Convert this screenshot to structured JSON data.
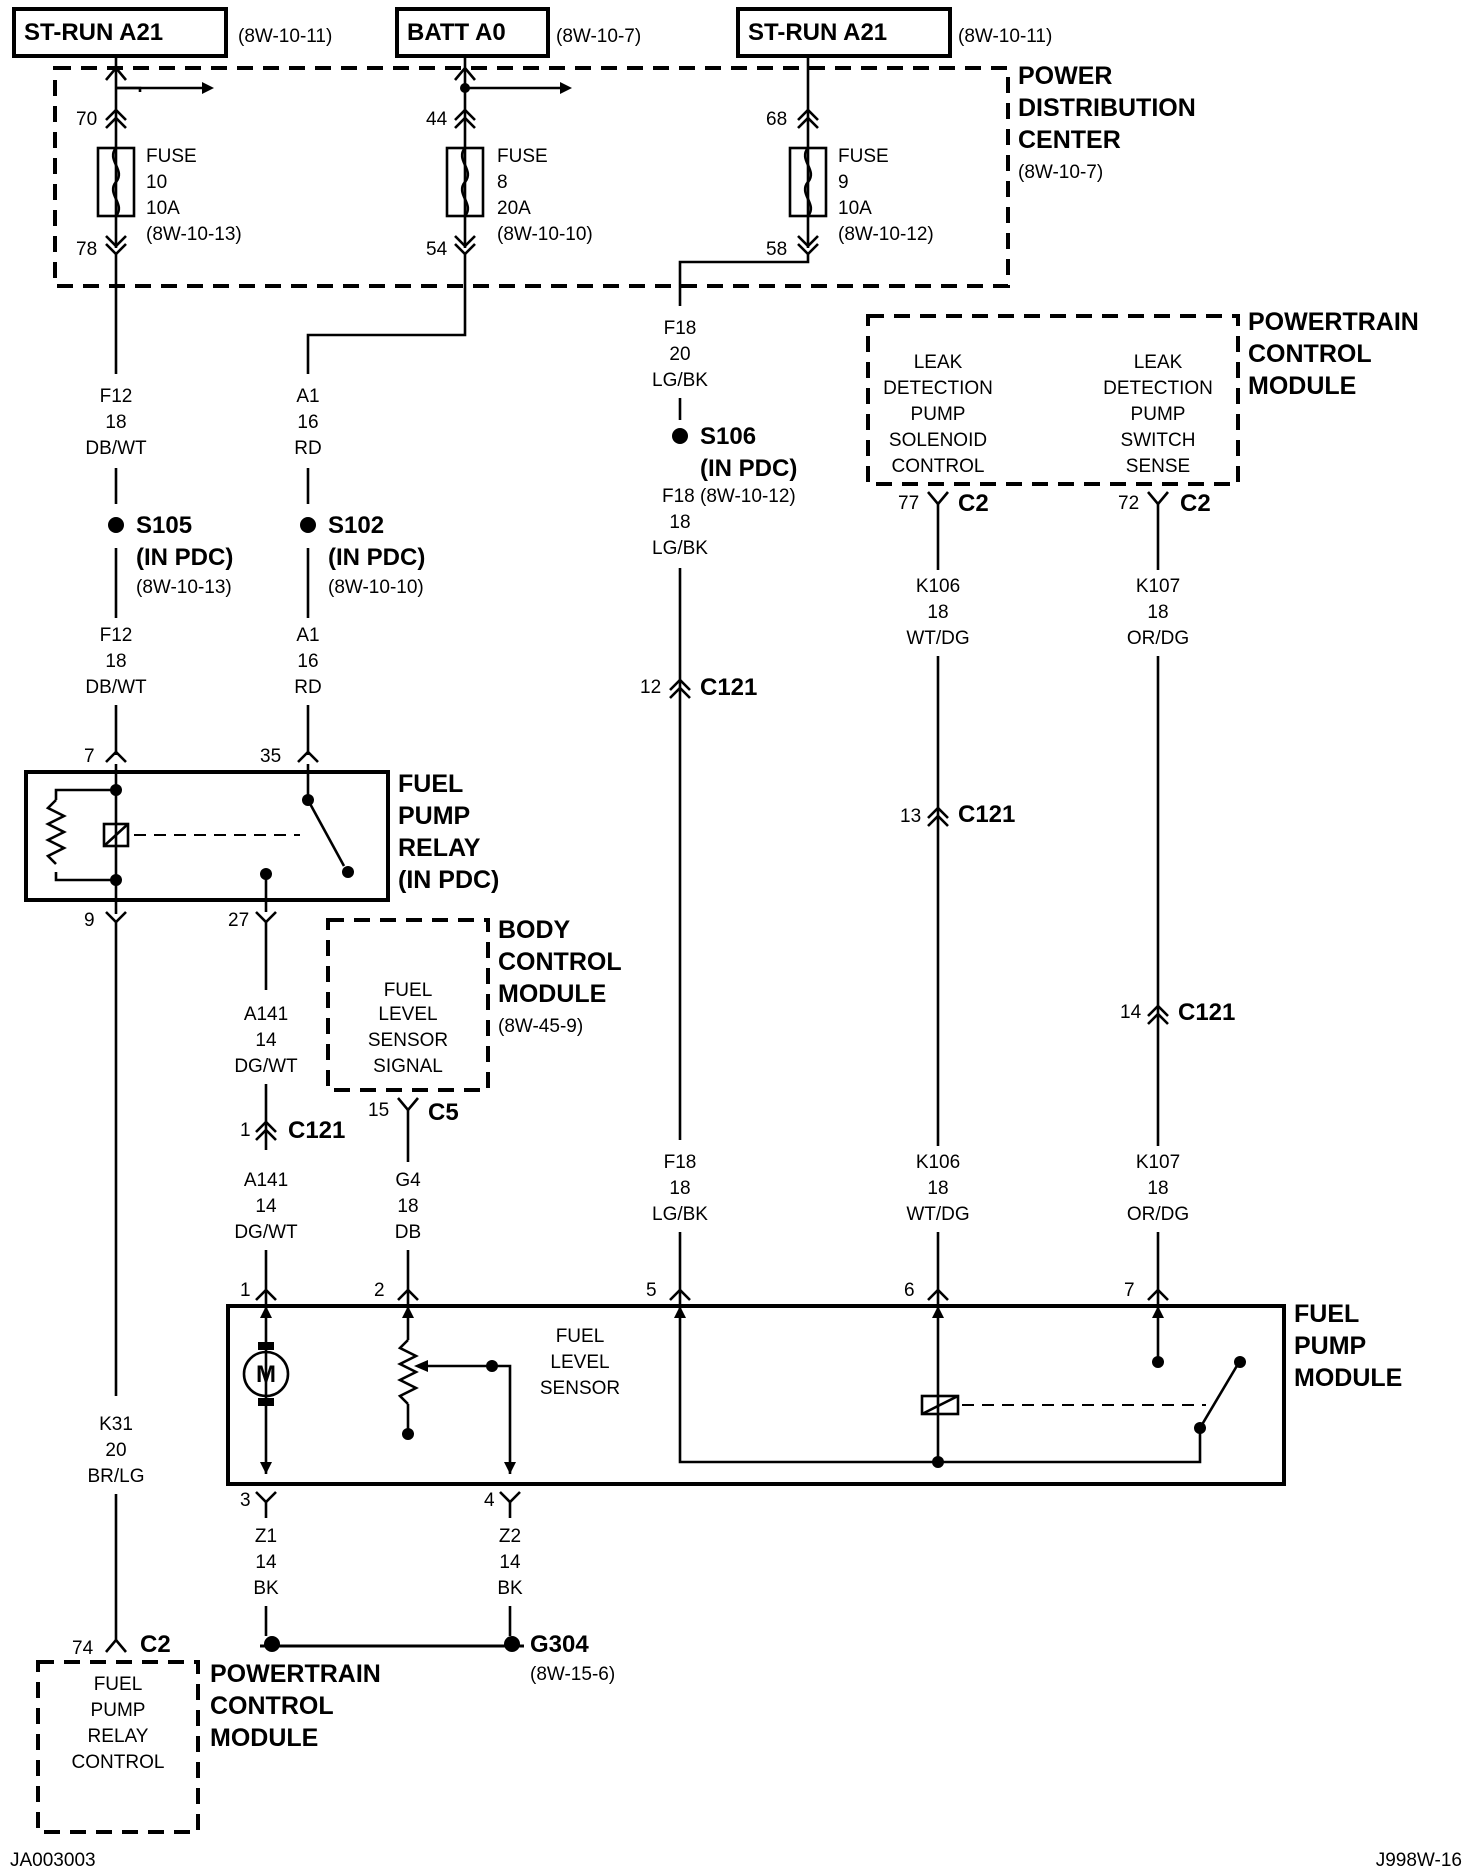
{
  "sources": [
    {
      "name": "ST-RUN A21",
      "ref": "(8W-10-11)"
    },
    {
      "name": "BATT A0",
      "ref": "(8W-10-7)"
    },
    {
      "name": "ST-RUN A21",
      "ref": "(8W-10-11)"
    }
  ],
  "pdc": {
    "lines": [
      "POWER",
      "DISTRIBUTION",
      "CENTER"
    ],
    "ref": "(8W-10-7)"
  },
  "fuses": [
    {
      "in_pin": "70",
      "out_pin": "78",
      "lines": [
        "FUSE",
        "10",
        "10A",
        "(8W-10-13)"
      ]
    },
    {
      "in_pin": "44",
      "out_pin": "54",
      "lines": [
        "FUSE",
        "8",
        "20A",
        "(8W-10-10)"
      ]
    },
    {
      "in_pin": "68",
      "out_pin": "58",
      "lines": [
        "FUSE",
        "9",
        "10A",
        "(8W-10-12)"
      ]
    }
  ],
  "wires": {
    "f12_top": [
      "F12",
      "18",
      "DB/WT"
    ],
    "f12_bot": [
      "F12",
      "18",
      "DB/WT"
    ],
    "a1_top": [
      "A1",
      "16",
      "RD"
    ],
    "a1_bot": [
      "A1",
      "16",
      "RD"
    ],
    "f18_top": [
      "F18",
      "20",
      "LG/BK"
    ],
    "f18_mid": [
      "F18",
      "18",
      "LG/BK"
    ],
    "f18_mid_ref": "(8W-10-12)",
    "f18_bot": [
      "F18",
      "18",
      "LG/BK"
    ],
    "k106_top": [
      "K106",
      "18",
      "WT/DG"
    ],
    "k106_bot": [
      "K106",
      "18",
      "WT/DG"
    ],
    "k107_top": [
      "K107",
      "18",
      "OR/DG"
    ],
    "k107_bot": [
      "K107",
      "18",
      "OR/DG"
    ],
    "a141_top": [
      "A141",
      "14",
      "DG/WT"
    ],
    "a141_bot": [
      "A141",
      "14",
      "DG/WT"
    ],
    "g4": [
      "G4",
      "18",
      "DB"
    ],
    "k31": [
      "K31",
      "20",
      "BR/LG"
    ],
    "z1": [
      "Z1",
      "14",
      "BK"
    ],
    "z2": [
      "Z2",
      "14",
      "BK"
    ]
  },
  "splices": [
    {
      "name": "S105",
      "loc": "(IN PDC)",
      "ref": "(8W-10-13)"
    },
    {
      "name": "S102",
      "loc": "(IN PDC)",
      "ref": "(8W-10-10)"
    },
    {
      "name": "S106",
      "loc": "(IN PDC)"
    }
  ],
  "pcm_top": {
    "lines": [
      "POWERTRAIN",
      "CONTROL",
      "MODULE"
    ],
    "left_fn": [
      "LEAK",
      "DETECTION",
      "PUMP",
      "SOLENOID",
      "CONTROL"
    ],
    "right_fn": [
      "LEAK",
      "DETECTION",
      "PUMP",
      "SWITCH",
      "SENSE"
    ],
    "left_pin": "77",
    "right_pin": "72",
    "conn": "C2"
  },
  "c121": {
    "name": "C121",
    "pins": [
      "12",
      "13",
      "14",
      "1"
    ]
  },
  "relay": {
    "lines": [
      "FUEL",
      "PUMP",
      "RELAY",
      "(IN PDC)"
    ],
    "pins": [
      "7",
      "35",
      "9",
      "27"
    ]
  },
  "bcm": {
    "lines": [
      "BODY",
      "CONTROL",
      "MODULE"
    ],
    "ref": "(8W-45-9)",
    "fn": [
      "FUEL",
      "LEVEL",
      "SENSOR",
      "SIGNAL"
    ],
    "pin": "15",
    "conn": "C5"
  },
  "fpm": {
    "lines": [
      "FUEL",
      "PUMP",
      "MODULE"
    ],
    "pins": [
      "1",
      "2",
      "5",
      "6",
      "7",
      "3",
      "4"
    ],
    "motor": "M",
    "sensor": [
      "FUEL",
      "LEVEL",
      "SENSOR"
    ]
  },
  "ground": {
    "name": "G304",
    "ref": "(8W-15-6)"
  },
  "pcm_bot": {
    "lines": [
      "POWERTRAIN",
      "CONTROL",
      "MODULE"
    ],
    "fn": [
      "FUEL",
      "PUMP",
      "RELAY",
      "CONTROL"
    ],
    "pin": "74",
    "conn": "C2"
  },
  "footer": {
    "left": "JA003003",
    "right": "J998W-16"
  }
}
